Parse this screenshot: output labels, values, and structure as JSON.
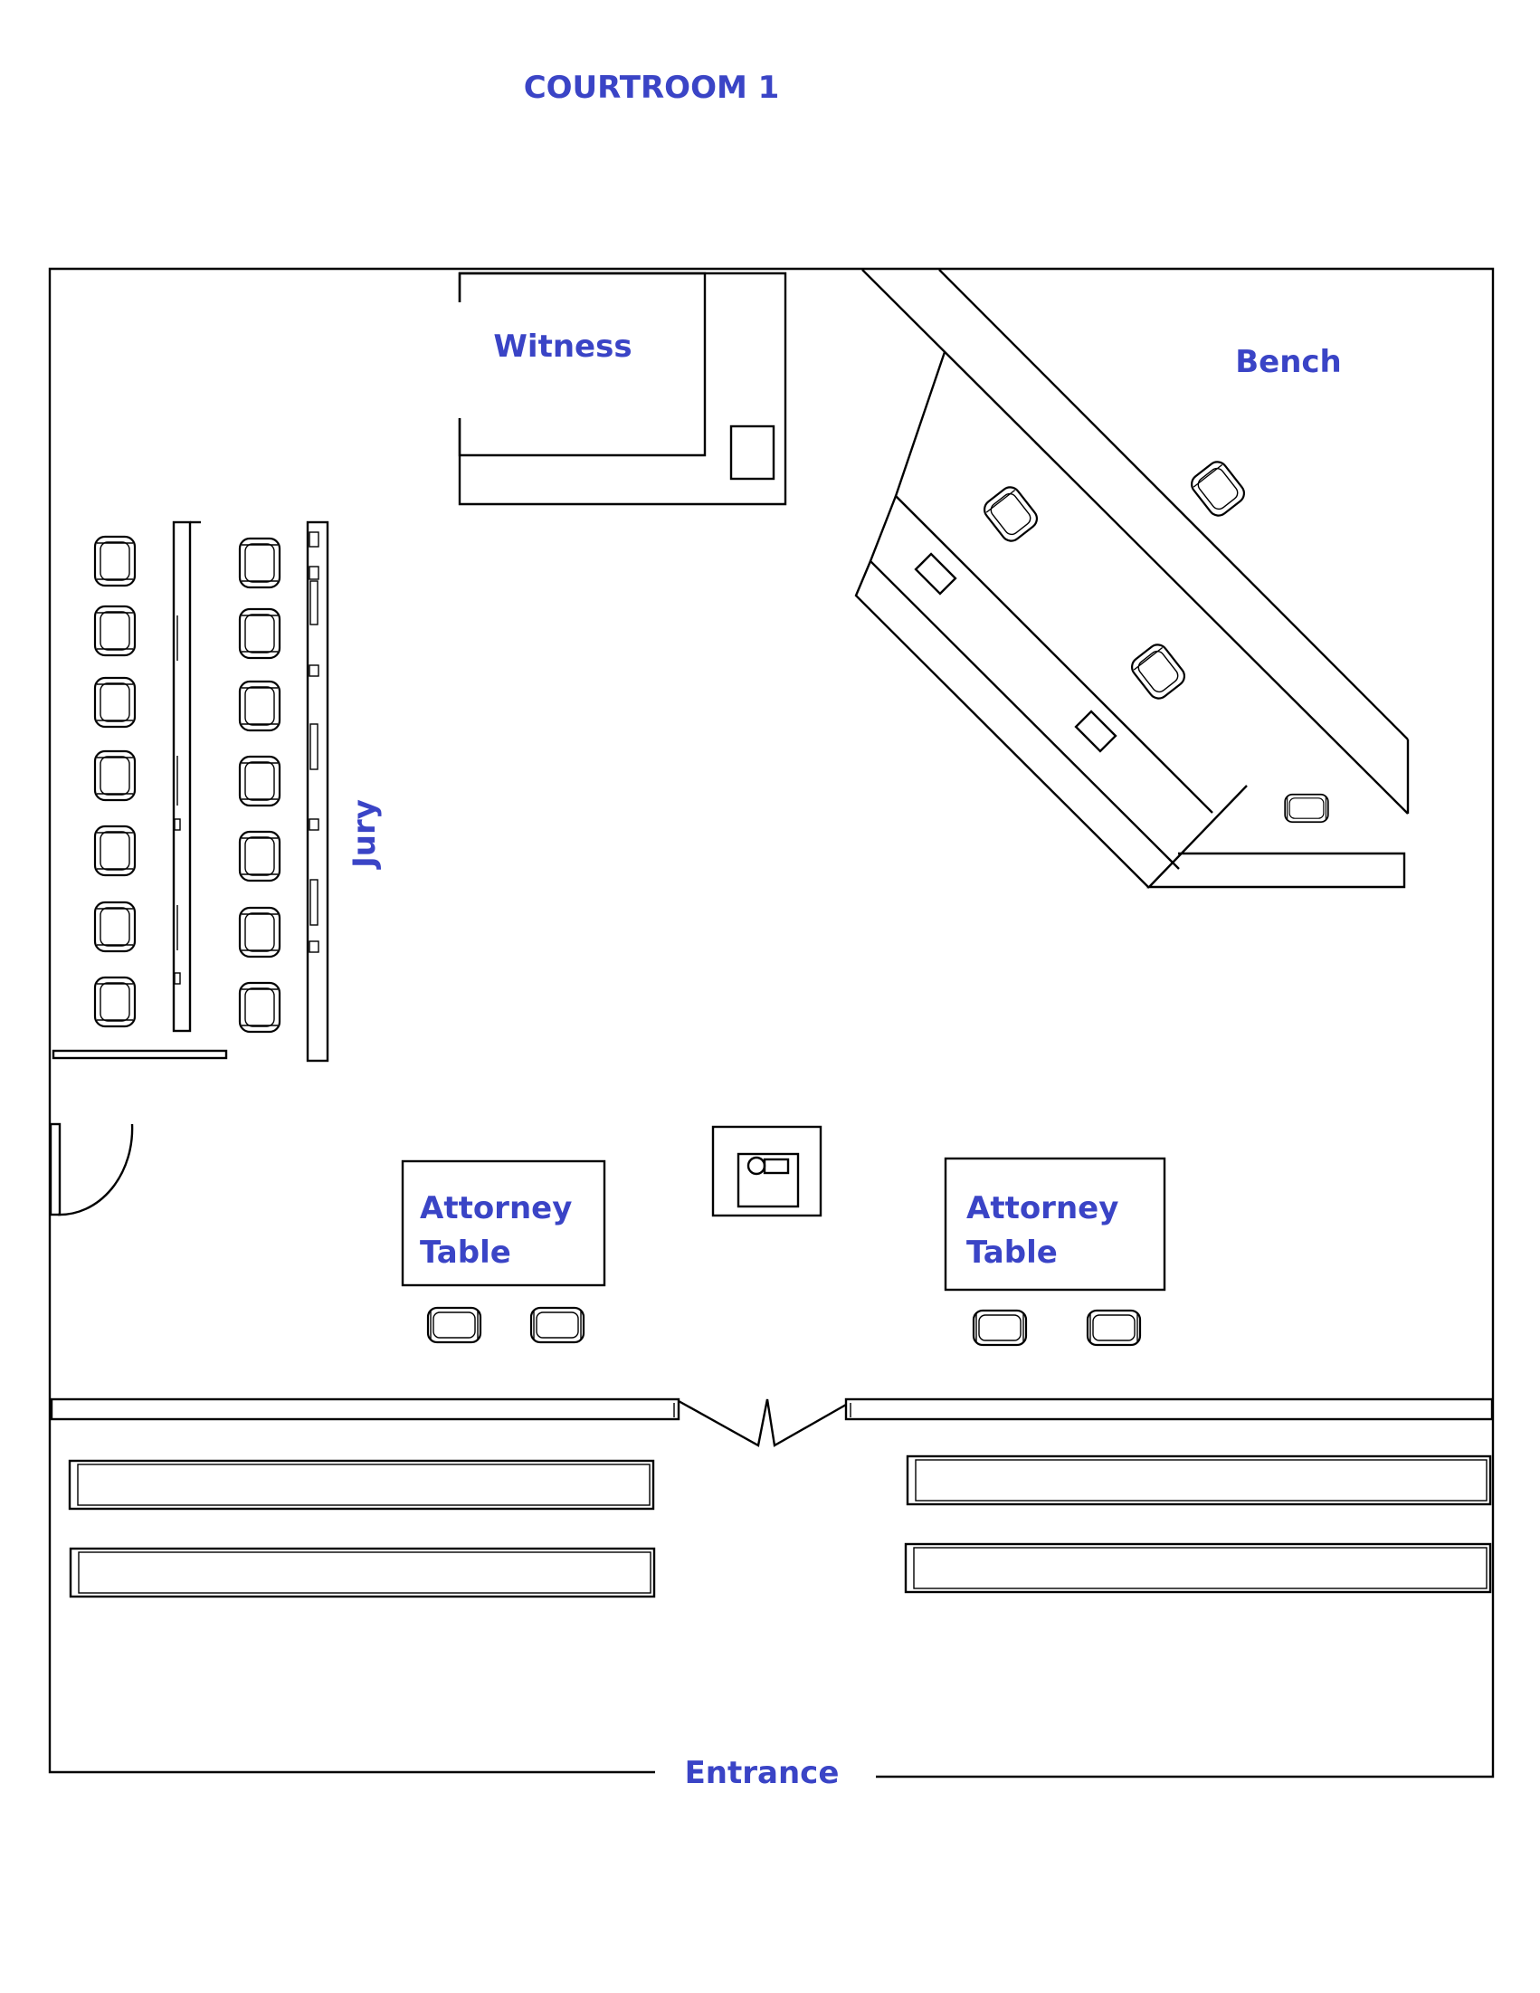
{
  "title": "COURTROOM 1",
  "labels": {
    "witness": "Witness",
    "bench": "Bench",
    "jury": "Jury",
    "attorney_table_left": [
      "Attorney",
      "Table"
    ],
    "attorney_table_right": [
      "Attorney",
      "Table"
    ],
    "entrance": "Entrance"
  },
  "colors": {
    "label": "#3a44c6",
    "line": "#000000",
    "background": "#ffffff"
  },
  "counts": {
    "jury_chairs_per_row": 7,
    "jury_rows": 2,
    "gallery_benches_per_side": 2
  }
}
